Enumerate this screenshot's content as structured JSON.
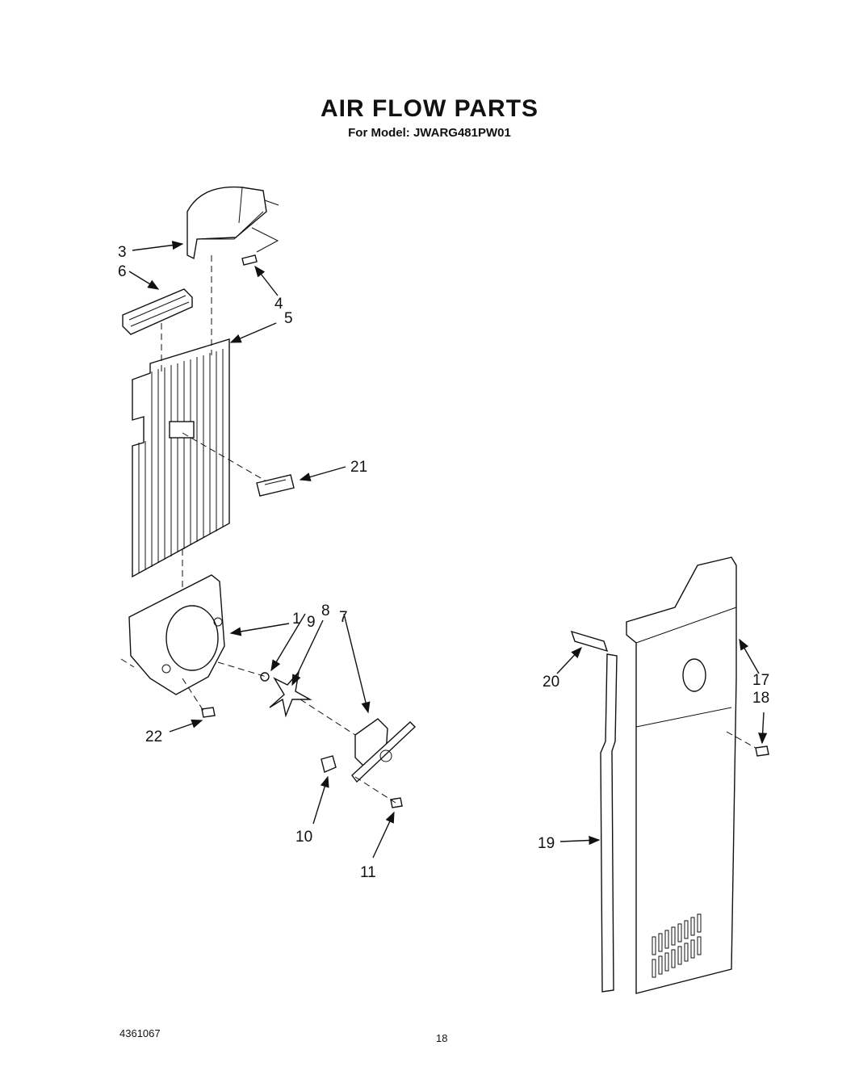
{
  "header": {
    "title": "AIR FLOW PARTS",
    "subtitle": "For Model: JWARG481PW01"
  },
  "footer": {
    "doc_number": "4361067",
    "page_number": "18"
  },
  "callouts": [
    "1",
    "3",
    "4",
    "5",
    "6",
    "7",
    "8",
    "9",
    "10",
    "11",
    "17",
    "18",
    "19",
    "20",
    "21",
    "22"
  ]
}
